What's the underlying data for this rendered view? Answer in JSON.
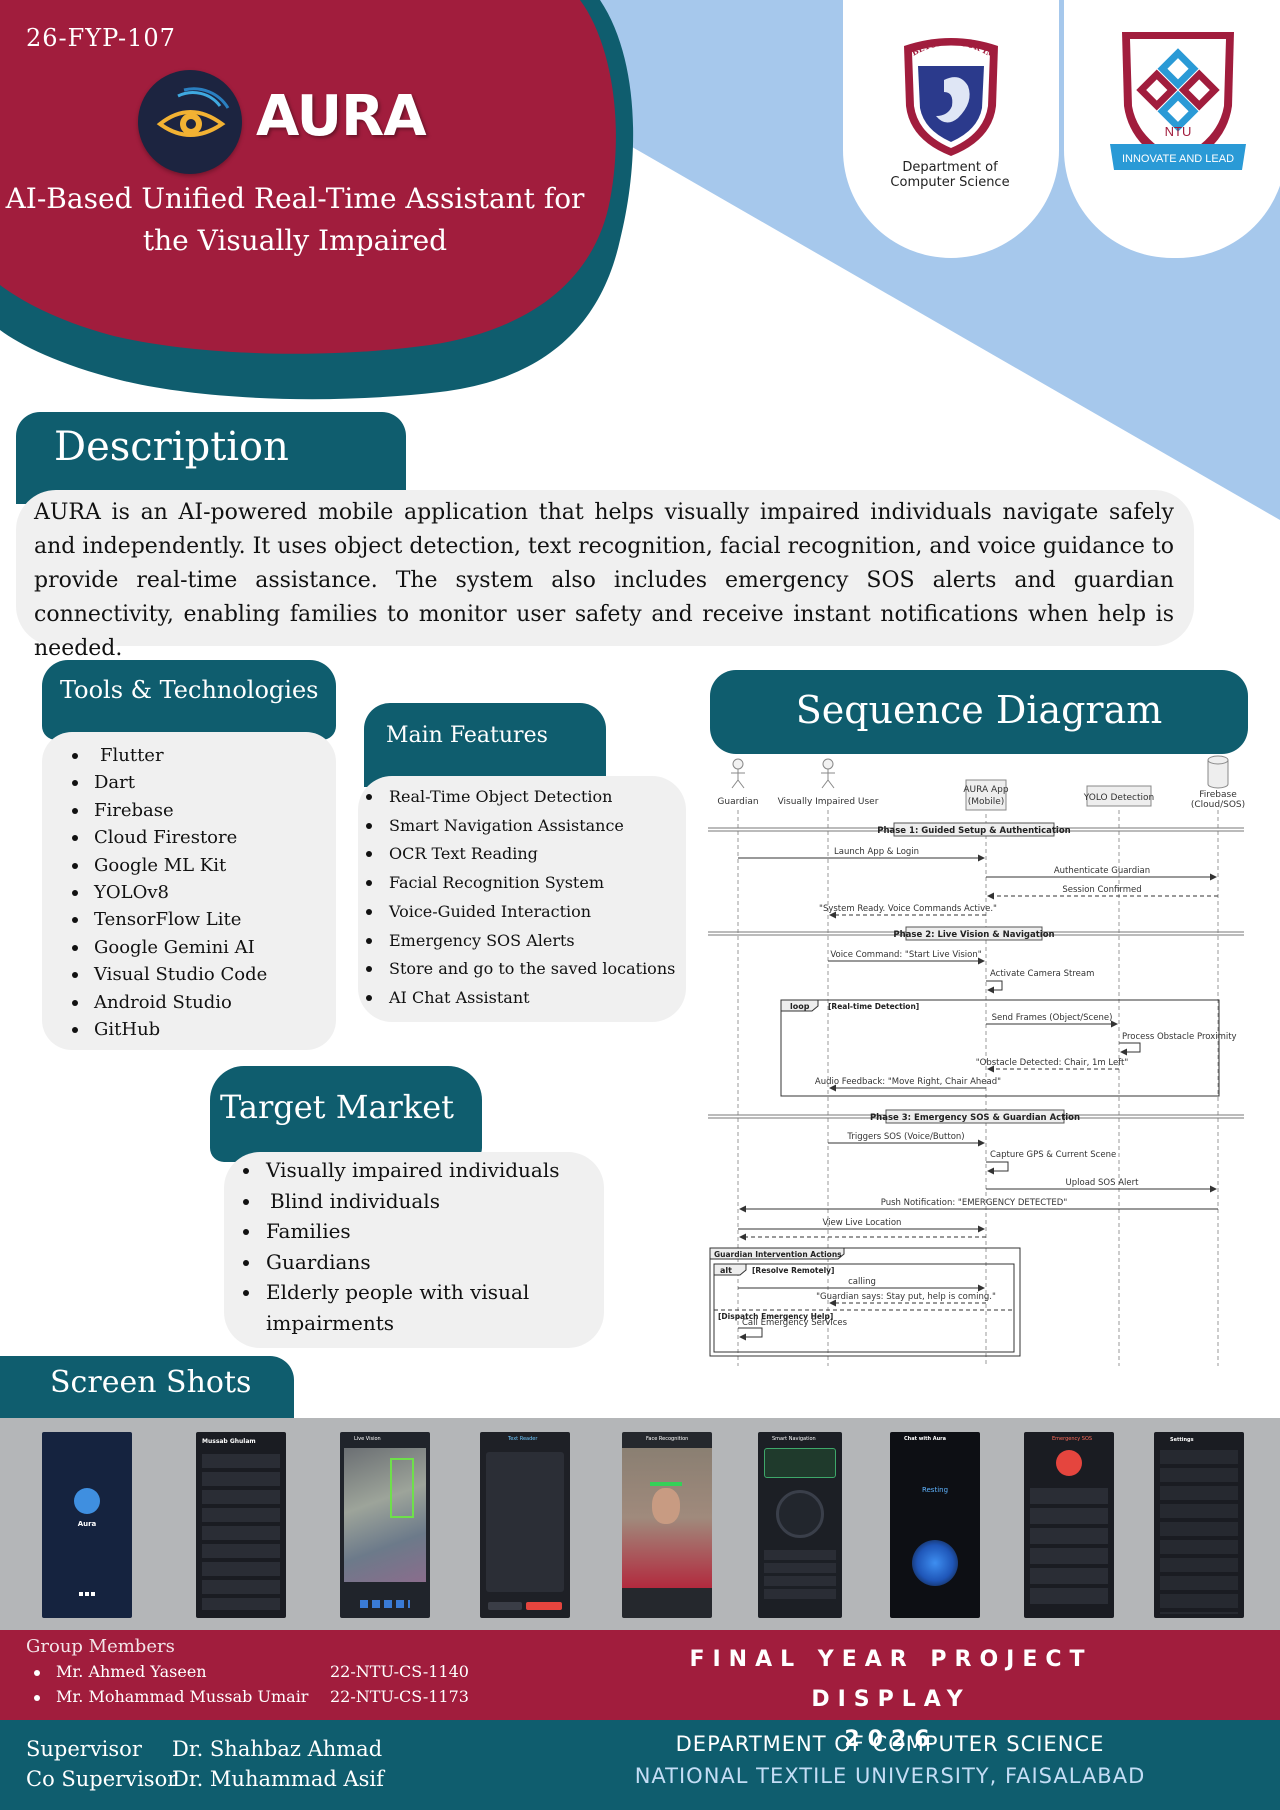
{
  "header": {
    "project_code": "26-FYP-107",
    "app_name": "AURA",
    "subtitle": "AI-Based Unified Real-Time Assistant for the Visually Impaired",
    "department_logo_text": "Department of Computer Science",
    "department_logo_motto": "BEYOND YOUR IMAGINATION",
    "university_logo_text": "NTU",
    "university_logo_motto": "INNOVATE AND LEAD"
  },
  "description": {
    "title": "Description",
    "text": "AURA is an AI-powered mobile application that helps visually impaired individuals navigate safely and independently. It uses object detection, text recognition, facial recognition, and voice guidance to provide real-time assistance. The system also includes emergency SOS alerts and guardian connectivity, enabling families to monitor user safety and receive instant notifications when help is needed."
  },
  "tools": {
    "title": "Tools & Technologies",
    "items": [
      "Flutter",
      "Dart",
      "Firebase",
      "Cloud Firestore",
      "Google ML Kit",
      "YOLOv8",
      "TensorFlow Lite",
      "Google Gemini AI",
      "Visual Studio Code",
      "Android Studio",
      "GitHub"
    ]
  },
  "features": {
    "title": "Main Features",
    "items": [
      "Real-Time Object Detection",
      "Smart Navigation Assistance",
      "OCR Text Reading",
      "Facial Recognition System",
      "Voice-Guided Interaction",
      "Emergency SOS Alerts",
      "Store and go to the saved locations",
      "AI Chat Assistant"
    ]
  },
  "target_market": {
    "title": "Target Market",
    "items": [
      "Visually impaired individuals",
      "Blind individuals",
      "Families",
      "Guardians",
      "Elderly people with visual impairments"
    ]
  },
  "sequence": {
    "title": "Sequence Diagram",
    "actors": {
      "guardian": "Guardian",
      "user": "Visually Impaired User",
      "app1": "AURA App",
      "app2": "(Mobile)",
      "yolo": "YOLO Detection",
      "fb1": "Firebase",
      "fb2": "(Cloud/SOS)"
    },
    "phases": {
      "p1": "Phase 1: Guided Setup & Authentication",
      "p2": "Phase 2: Live Vision & Navigation",
      "p3": "Phase 3: Emergency SOS & Guardian Action"
    },
    "fragments": {
      "loop_tag": "loop",
      "loop_cond": "[Real-time Detection]",
      "gia": "Guardian Intervention Actions",
      "alt_tag": "alt",
      "alt_cond": "[Resolve Remotely]",
      "alt_else": "[Dispatch Emergency Help]"
    },
    "messages": {
      "m1": "Launch App & Login",
      "m2": "Authenticate Guardian",
      "m3": "Session Confirmed",
      "m4": "\"System Ready. Voice Commands Active.\"",
      "m5": "Voice Command: \"Start Live Vision\"",
      "m6": "Activate Camera Stream",
      "m7": "Send Frames (Object/Scene)",
      "m8": "Process Obstacle Proximity",
      "m9": "\"Obstacle Detected: Chair, 1m Left\"",
      "m10": "Audio Feedback: \"Move Right, Chair Ahead\"",
      "m11": "Triggers SOS (Voice/Button)",
      "m12": "Capture GPS & Current Scene",
      "m13": "Upload SOS Alert",
      "m14": "Push Notification: \"EMERGENCY DETECTED\"",
      "m15": "View Live Location",
      "m16": "calling",
      "m17": "\"Guardian says: Stay put, help is coming.\"",
      "m18": "Call Emergency Services"
    }
  },
  "screenshots": {
    "title": "Screen Shots",
    "splash_name": "Aura",
    "dashboard_title": "Mussab Ghulam",
    "chat_title": "Chat with Aura",
    "chat_status": "Resting",
    "sos_title": "Emergency SOS",
    "settings_title": "Settings",
    "face_title": "Face Recognition",
    "text_title": "Text Reader",
    "live_title": "Live Vision",
    "nav_title": "Smart Navigation"
  },
  "footer": {
    "group_title": "Group Members",
    "members": [
      {
        "name": "Mr. Ahmed Yaseen",
        "id": "22-NTU-CS-1140"
      },
      {
        "name": "Mr. Mohammad Mussab Umair",
        "id": "22-NTU-CS-1173"
      }
    ],
    "display_title": "FINAL YEAR PROJECT DISPLAY",
    "display_year": "2026",
    "supervisor_label": "Supervisor",
    "supervisor": "Dr. Shahbaz Ahmad",
    "co_supervisor_label": "Co Supervisor",
    "co_supervisor": "Dr. Muhammad Asif",
    "department": "DEPARTMENT OF COMPUTER SCIENCE",
    "university": "NATIONAL TEXTILE UNIVERSITY, FAISALABAD"
  },
  "colors": {
    "maroon": "#a11d3d",
    "teal": "#0f5d6e",
    "light_blue": "#a6c8ec",
    "card_grey": "#f0f0f0"
  }
}
